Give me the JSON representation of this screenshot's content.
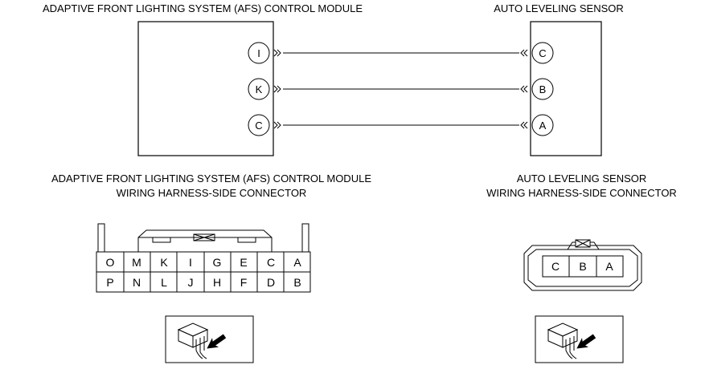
{
  "top": {
    "afs_title": "ADAPTIVE FRONT LIGHTING SYSTEM (AFS) CONTROL MODULE",
    "sensor_title": "AUTO LEVELING SENSOR",
    "afs_pins": [
      "I",
      "K",
      "C"
    ],
    "sensor_pins": [
      "C",
      "B",
      "A"
    ]
  },
  "bottom": {
    "afs_connector_title_1": "ADAPTIVE FRONT LIGHTING SYSTEM (AFS) CONTROL MODULE",
    "afs_connector_title_2": "WIRING HARNESS-SIDE CONNECTOR",
    "sensor_connector_title_1": "AUTO LEVELING SENSOR",
    "sensor_connector_title_2": "WIRING HARNESS-SIDE CONNECTOR",
    "afs_connector_row1": [
      "O",
      "M",
      "K",
      "I",
      "G",
      "E",
      "C",
      "A"
    ],
    "afs_connector_row2": [
      "P",
      "N",
      "L",
      "J",
      "H",
      "F",
      "D",
      "B"
    ],
    "sensor_connector_pins": [
      "C",
      "B",
      "A"
    ]
  }
}
